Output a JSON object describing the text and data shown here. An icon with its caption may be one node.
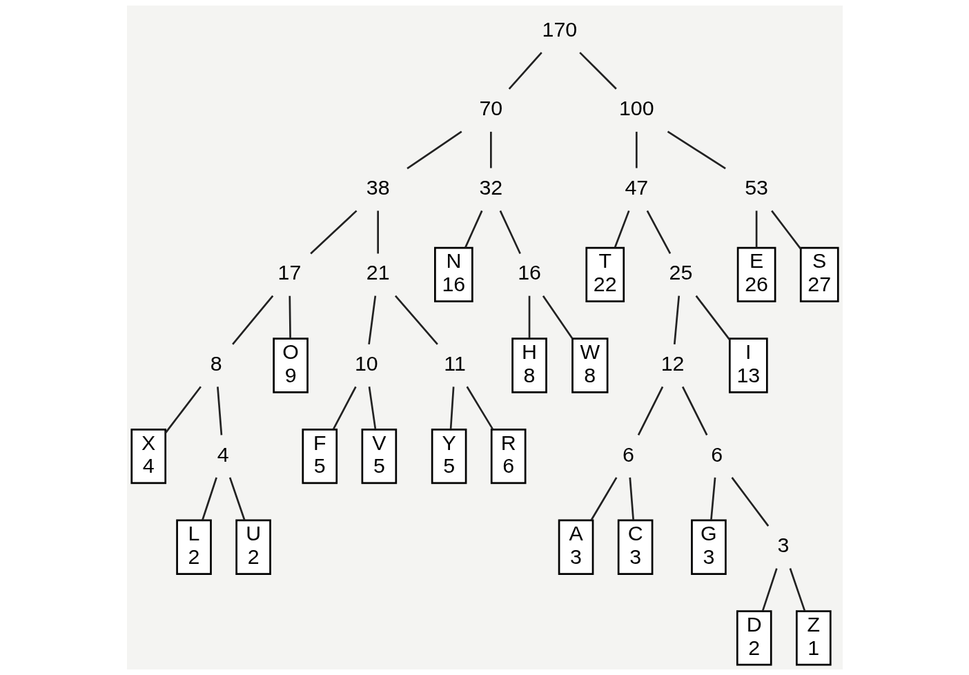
{
  "diagram": {
    "nodes": [
      {
        "text": [
          "170"
        ]
      },
      {
        "text": [
          "70"
        ]
      },
      {
        "text": [
          "100"
        ]
      },
      {
        "text": [
          "38"
        ]
      },
      {
        "text": [
          "32"
        ]
      },
      {
        "text": [
          "47"
        ]
      },
      {
        "text": [
          "53"
        ]
      },
      {
        "text": [
          "17"
        ]
      },
      {
        "text": [
          "21"
        ]
      },
      {
        "text": [
          "N",
          "16"
        ]
      },
      {
        "text": [
          "16"
        ]
      },
      {
        "text": [
          "T",
          "22"
        ]
      },
      {
        "text": [
          "25"
        ]
      },
      {
        "text": [
          "E",
          "26"
        ]
      },
      {
        "text": [
          "S",
          "27"
        ]
      },
      {
        "text": [
          "8"
        ]
      },
      {
        "text": [
          "O",
          "9"
        ]
      },
      {
        "text": [
          "10"
        ]
      },
      {
        "text": [
          "11"
        ]
      },
      {
        "text": [
          "H",
          "8"
        ]
      },
      {
        "text": [
          "W",
          "8"
        ]
      },
      {
        "text": [
          "12"
        ]
      },
      {
        "text": [
          "I",
          "13"
        ]
      },
      {
        "text": [
          "X",
          "4"
        ]
      },
      {
        "text": [
          "4"
        ]
      },
      {
        "text": [
          "F",
          "5"
        ]
      },
      {
        "text": [
          "V",
          "5"
        ]
      },
      {
        "text": [
          "Y",
          "5"
        ]
      },
      {
        "text": [
          "R",
          "6"
        ]
      },
      {
        "text": [
          "6"
        ]
      },
      {
        "text": [
          "6"
        ]
      },
      {
        "text": [
          "L",
          "2"
        ]
      },
      {
        "text": [
          "U",
          "2"
        ]
      },
      {
        "text": [
          "A",
          "3"
        ]
      },
      {
        "text": [
          "C",
          "3"
        ]
      },
      {
        "text": [
          "G",
          "3"
        ]
      },
      {
        "text": [
          "3"
        ]
      },
      {
        "text": [
          "D",
          "2"
        ]
      },
      {
        "text": [
          "Z",
          "1"
        ]
      }
    ],
    "edges": [
      {
        "from": 0,
        "to": 1,
        "arrow": "none"
      },
      {
        "from": 0,
        "to": 2,
        "arrow": "none"
      },
      {
        "from": 1,
        "to": 3,
        "arrow": "none"
      },
      {
        "from": 1,
        "to": 4,
        "arrow": "none"
      },
      {
        "from": 3,
        "to": 7,
        "arrow": "none"
      },
      {
        "from": 3,
        "to": 8,
        "arrow": "none"
      },
      {
        "from": 7,
        "to": 15,
        "arrow": "none"
      },
      {
        "from": 7,
        "to": 16,
        "arrow": "none"
      },
      {
        "from": 15,
        "to": 23,
        "arrow": "none"
      },
      {
        "from": 15,
        "to": 24,
        "arrow": "none"
      },
      {
        "from": 24,
        "to": 31,
        "arrow": "none"
      },
      {
        "from": 24,
        "to": 32,
        "arrow": "none"
      },
      {
        "from": 8,
        "to": 17,
        "arrow": "none"
      },
      {
        "from": 8,
        "to": 18,
        "arrow": "none"
      },
      {
        "from": 17,
        "to": 25,
        "arrow": "none"
      },
      {
        "from": 17,
        "to": 26,
        "arrow": "none"
      },
      {
        "from": 18,
        "to": 27,
        "arrow": "none"
      },
      {
        "from": 18,
        "to": 28,
        "arrow": "none"
      },
      {
        "from": 4,
        "to": 9,
        "arrow": "none"
      },
      {
        "from": 4,
        "to": 10,
        "arrow": "none"
      },
      {
        "from": 10,
        "to": 19,
        "arrow": "none"
      },
      {
        "from": 10,
        "to": 20,
        "arrow": "none"
      },
      {
        "from": 2,
        "to": 5,
        "arrow": "none"
      },
      {
        "from": 2,
        "to": 6,
        "arrow": "none"
      },
      {
        "from": 5,
        "to": 11,
        "arrow": "none"
      },
      {
        "from": 5,
        "to": 12,
        "arrow": "none"
      },
      {
        "from": 12,
        "to": 21,
        "arrow": "none"
      },
      {
        "from": 12,
        "to": 22,
        "arrow": "none"
      },
      {
        "from": 21,
        "to": 29,
        "arrow": "none"
      },
      {
        "from": 21,
        "to": 30,
        "arrow": "none"
      },
      {
        "from": 29,
        "to": 33,
        "arrow": "none"
      },
      {
        "from": 29,
        "to": 34,
        "arrow": "none"
      },
      {
        "from": 30,
        "to": 35,
        "arrow": "none"
      },
      {
        "from": 30,
        "to": 36,
        "arrow": "none"
      },
      {
        "from": 36,
        "to": 37,
        "arrow": "none"
      },
      {
        "from": 36,
        "to": 38,
        "arrow": "none"
      },
      {
        "from": 6,
        "to": 13,
        "arrow": "none"
      },
      {
        "from": 6,
        "to": 14,
        "arrow": "none"
      }
    ]
  }
}
